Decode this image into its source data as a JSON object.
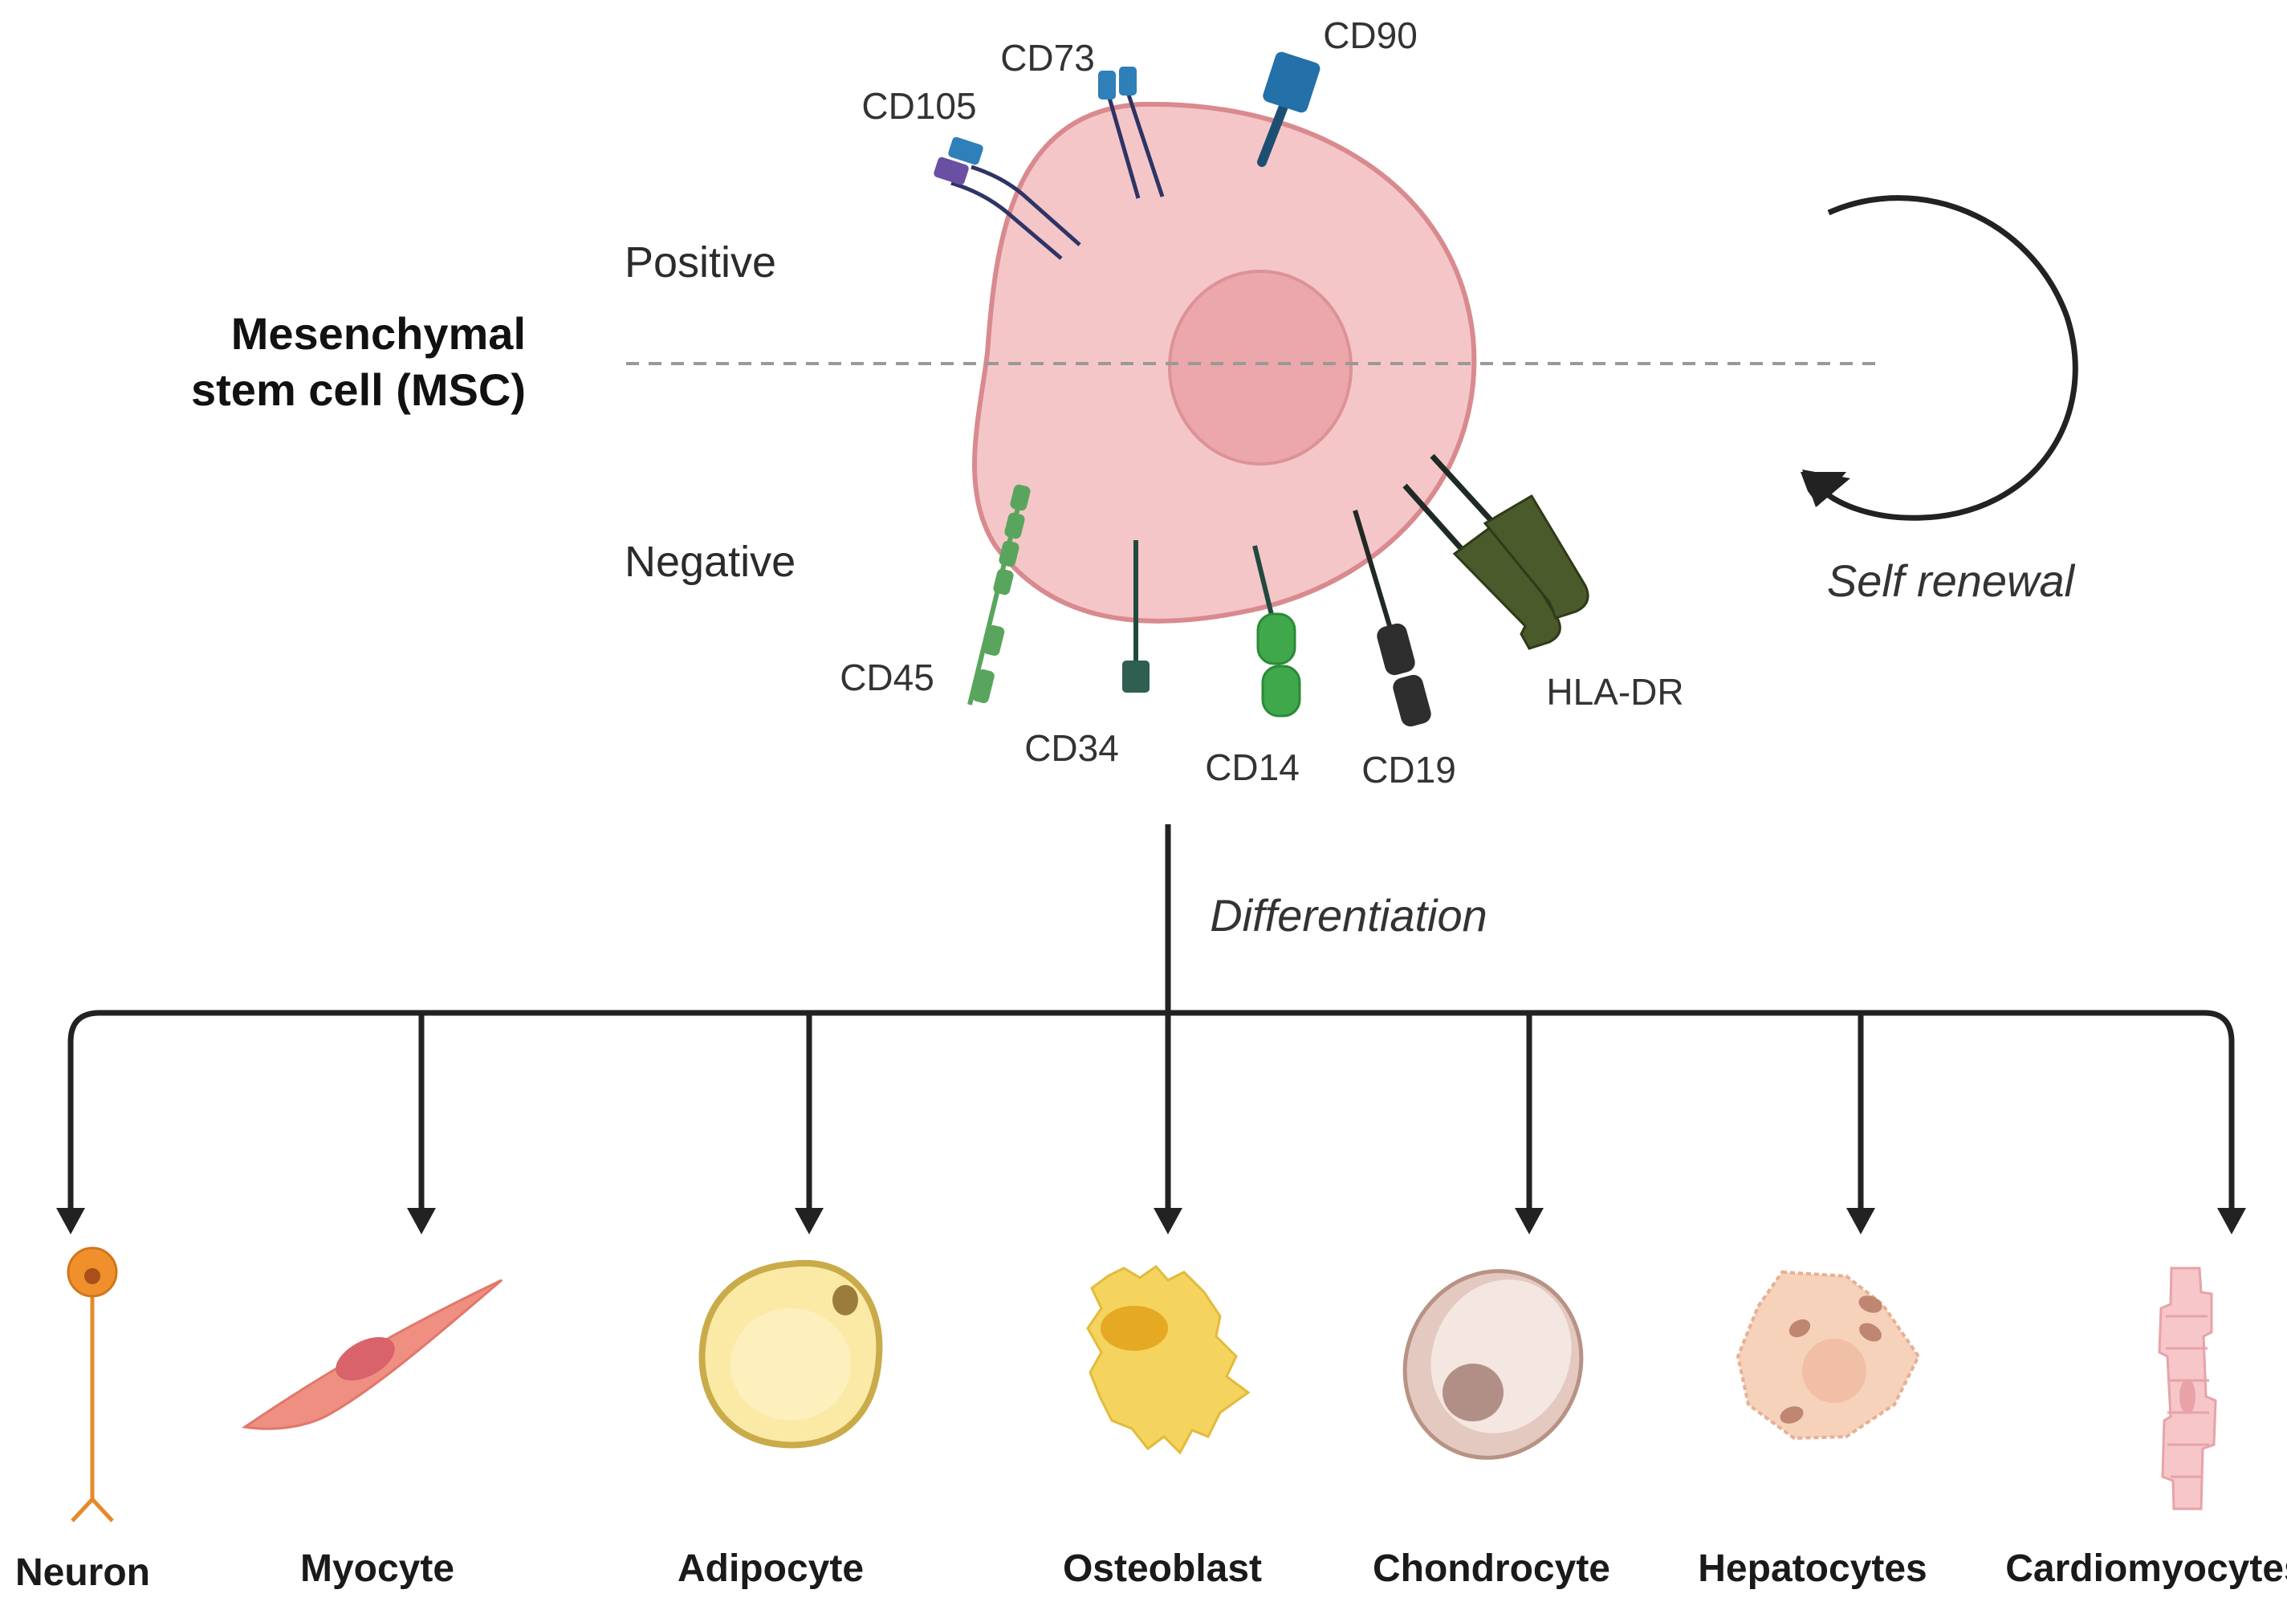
{
  "title_line1": "Mesenchymal",
  "title_line2": "stem cell (MSC)",
  "positive_label": "Positive",
  "negative_label": "Negative",
  "positive_markers": [
    "CD105",
    "CD73",
    "CD90"
  ],
  "negative_markers": [
    "CD45",
    "CD34",
    "CD14",
    "CD19",
    "HLA-DR"
  ],
  "self_renewal_label": "Self renewal",
  "differentiation_label": "Differentiation",
  "cell_types": [
    "Neuron",
    "Myocyte",
    "Adipocyte",
    "Osteoblast",
    "Chondrocyte",
    "Hepatocytes",
    "Cardiomyocytes"
  ]
}
